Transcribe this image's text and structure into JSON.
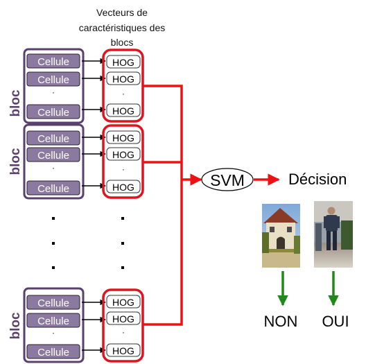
{
  "header": {
    "line1": "Vecteurs de",
    "line2": "caractéristiques des",
    "line3": "blocs"
  },
  "blocks": [
    {
      "label": "bloc",
      "cells": [
        "Cellule",
        "Cellule",
        "Cellule"
      ],
      "hogs": [
        "HOG",
        "HOG",
        "HOG"
      ]
    },
    {
      "label": "bloc",
      "cells": [
        "Cellule",
        "Cellule",
        "Cellule"
      ],
      "hogs": [
        "HOG",
        "HOG",
        "HOG"
      ]
    },
    {
      "label": "bloc",
      "cells": [
        "Cellule",
        "Cellule",
        "Cellule"
      ],
      "hogs": [
        "HOG",
        "HOG",
        "HOG"
      ]
    }
  ],
  "classifier": "SVM",
  "decision": "Décision",
  "outcomes": [
    {
      "label": "NON",
      "image": "building-photo"
    },
    {
      "label": "OUI",
      "image": "pedestrian-photo"
    }
  ],
  "colors": {
    "block_border": "#5b3f6e",
    "cell_fill": "#8b79a0",
    "hog_border": "#e0141e",
    "connector": "#ee1111",
    "outcome_arrow": "#1f8a1a"
  }
}
